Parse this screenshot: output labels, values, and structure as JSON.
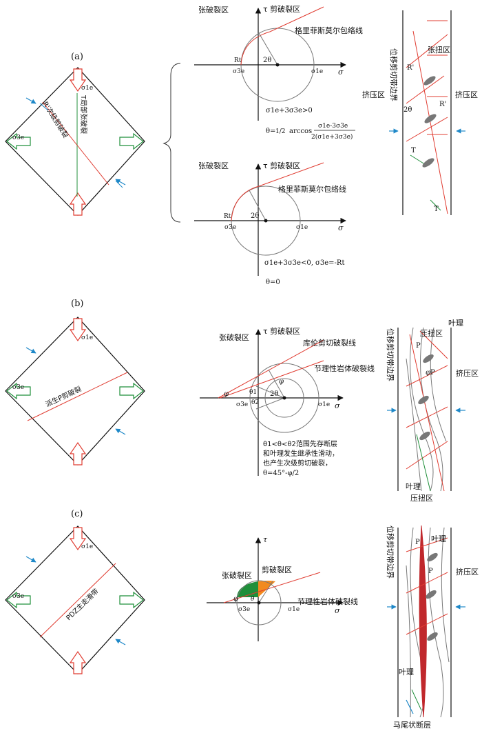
{
  "colors": {
    "red": "#e03c31",
    "green": "#1f8f3a",
    "blue": "#1e88c8",
    "gray": "#777777",
    "orange": "#f28a1e",
    "darkred": "#c0282c"
  },
  "panel_a": {
    "label": "(a)",
    "sigma1": "σ1e",
    "sigma3": "σ3e",
    "label_T": "T局部张破裂",
    "label_R": "R'次级剪破裂",
    "mohr1": {
      "tension": "张破裂区",
      "shear": "τ 剪破裂区",
      "envelope": "格里菲斯莫尔包络线",
      "r": "Rt",
      "two_theta": "2θ",
      "s3": "σ3e",
      "s1": "σ1e",
      "sigma": "σ",
      "cond": "σ1e+3σ3e>0",
      "eq_left": "θ=",
      "eq_half": "1/2",
      "eq_arccos": "arccos",
      "eq_num": "σ1e-3σ3e",
      "eq_den": "2(σ1e+3σ3e)"
    },
    "mohr2": {
      "tension": "张破裂区",
      "shear": "τ 剪破裂区",
      "envelope": "格里菲斯莫尔包络线",
      "r": "Rt",
      "two_theta": "2θ",
      "s3": "σ3e",
      "s1": "σ1e",
      "sigma": "σ",
      "cond": "σ1e+3σ3e<0, σ3e=-Rt",
      "theta": "θ=0"
    },
    "zone": {
      "tt": "张扭区",
      "press_l": "挤压区",
      "press_r": "挤压区",
      "boundary": "位移剪切带边界",
      "r1": "R'",
      "r2": "R'",
      "two_theta": "2θ",
      "t1": "T",
      "t2": "T"
    }
  },
  "panel_b": {
    "label": "(b)",
    "sigma1": "σ1e",
    "sigma3": "σ3e",
    "label_P": "派生P剪破裂",
    "mohr": {
      "tension": "张破裂区",
      "shear": "τ 剪破裂区",
      "coulomb": "库伦剪切破裂线",
      "joint": "节理性岩体破裂线",
      "phi": "φ",
      "phi2": "φ",
      "two_theta": "2θ",
      "theta1": "θ1",
      "theta2": "θ2",
      "s3": "σ3e",
      "s1": "σ1e",
      "sigma": "σ",
      "note1": "θ1<θ<θ2范围先存断层",
      "note2": "和叶理发生继承性滑动，",
      "note3": "也产生次级剪切破裂，",
      "note4": "θ=45°-φ/2"
    },
    "zone": {
      "press_tt_top": "压扭区",
      "foliation_top": "叶理",
      "press_r": "挤压区",
      "boundary": "位移剪切带边界",
      "p1": "P",
      "p2": "P",
      "phi": "φ",
      "foliation_bot": "叶理",
      "press_tt_bot": "压扭区"
    }
  },
  "panel_c": {
    "label": "(c)",
    "sigma1": "σ1e",
    "sigma3": "σ3e",
    "label_PDZ": "PDZ主走滑带",
    "mohr": {
      "tau": "τ",
      "shear": "剪破裂区",
      "tension": "张破裂区",
      "joint": "节理性岩体破裂线",
      "phi": "φ",
      "theta": "θ",
      "s3": "σ3e",
      "s1": "σ1e",
      "sigma": "σ"
    },
    "zone": {
      "boundary": "位移剪切带边界",
      "foliation_top": "叶理",
      "press_r": "挤压区",
      "p1": "P",
      "p2": "P",
      "foliation_bot": "叶理",
      "horsetail": "马尾状断层"
    }
  }
}
